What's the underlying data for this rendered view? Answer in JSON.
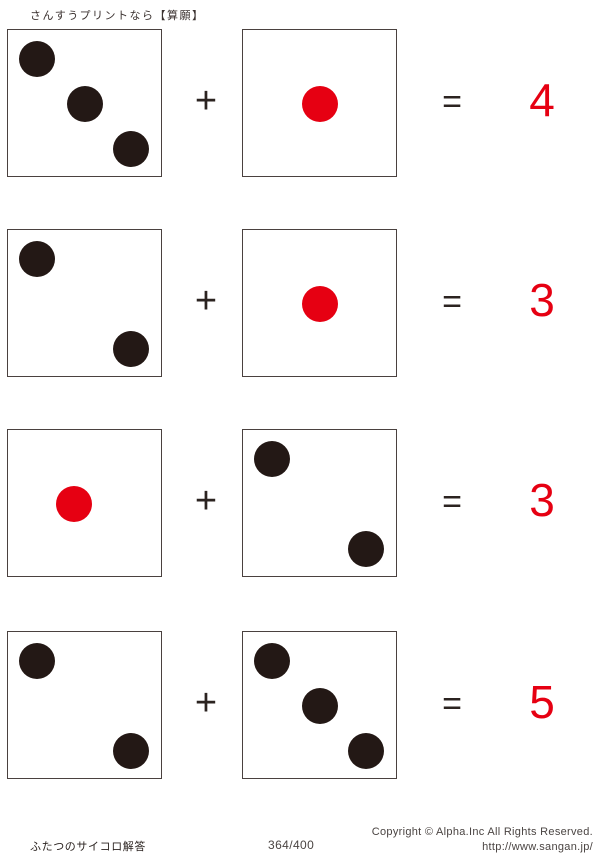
{
  "header": {
    "title": "さんすうプリントなら【算願】"
  },
  "colors": {
    "pip_black": "#231815",
    "pip_red": "#e60012",
    "answer_red": "#e60012",
    "box_border": "#4a413f",
    "text": "#2b2320",
    "background": "#ffffff"
  },
  "operators": {
    "plus": "+",
    "equals": "="
  },
  "problems": [
    {
      "index": 1,
      "left_die": {
        "count": 3,
        "color": "black",
        "pips": [
          "top-left",
          "center",
          "bottom-right"
        ]
      },
      "right_die": {
        "count": 1,
        "color": "red",
        "pips": [
          "center"
        ]
      },
      "answer": "4"
    },
    {
      "index": 2,
      "left_die": {
        "count": 2,
        "color": "black",
        "pips": [
          "top-left",
          "bottom-right"
        ]
      },
      "right_die": {
        "count": 1,
        "color": "red",
        "pips": [
          "center"
        ]
      },
      "answer": "3"
    },
    {
      "index": 3,
      "left_die": {
        "count": 1,
        "color": "red",
        "pips": [
          "center-left"
        ]
      },
      "right_die": {
        "count": 2,
        "color": "black",
        "pips": [
          "top-left",
          "bottom-right"
        ]
      },
      "answer": "3"
    },
    {
      "index": 4,
      "left_die": {
        "count": 2,
        "color": "black",
        "pips": [
          "top-left",
          "bottom-right"
        ]
      },
      "right_die": {
        "count": 3,
        "color": "black",
        "pips": [
          "top-left",
          "center",
          "bottom-right"
        ]
      },
      "answer": "5"
    }
  ],
  "footer": {
    "worksheet_title": "ふたつのサイコロ解答",
    "page_number": "364/400",
    "copyright": "Copyright ©  Alpha.Inc All Rights Reserved.",
    "url": "http://www.sangan.jp/"
  }
}
